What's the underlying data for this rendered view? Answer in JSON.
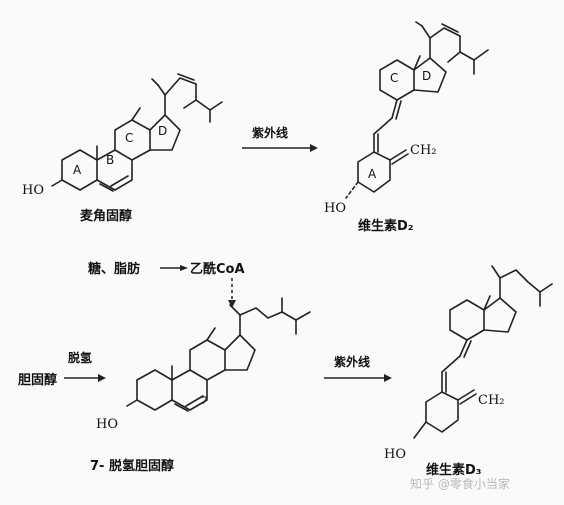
{
  "ergosterol": {
    "name": "麦角固醇",
    "hydroxyl": "HO",
    "rings": [
      "A",
      "B",
      "C",
      "D"
    ]
  },
  "vitamin_d2": {
    "name": "维生素D₂",
    "hydroxyl": "HO",
    "methylene": "CH₂",
    "rings": [
      "A",
      "C",
      "D"
    ]
  },
  "precursor": {
    "source": "糖、脂肪",
    "acetyl_coa": "乙酰CoA"
  },
  "cholesterol": {
    "name": "胆固醇"
  },
  "dehydrocholesterol": {
    "name": "7- 脱氢胆固醇",
    "hydroxyl": "HO",
    "position": "7"
  },
  "vitamin_d3": {
    "name": "维生素D₃",
    "hydroxyl": "HO",
    "methylene": "CH₂"
  },
  "arrows": {
    "uv_1": "紫外线",
    "uv_2": "紫外线",
    "dehydrogenation": "脱氢"
  },
  "watermark": "知乎 @零食小当家"
}
